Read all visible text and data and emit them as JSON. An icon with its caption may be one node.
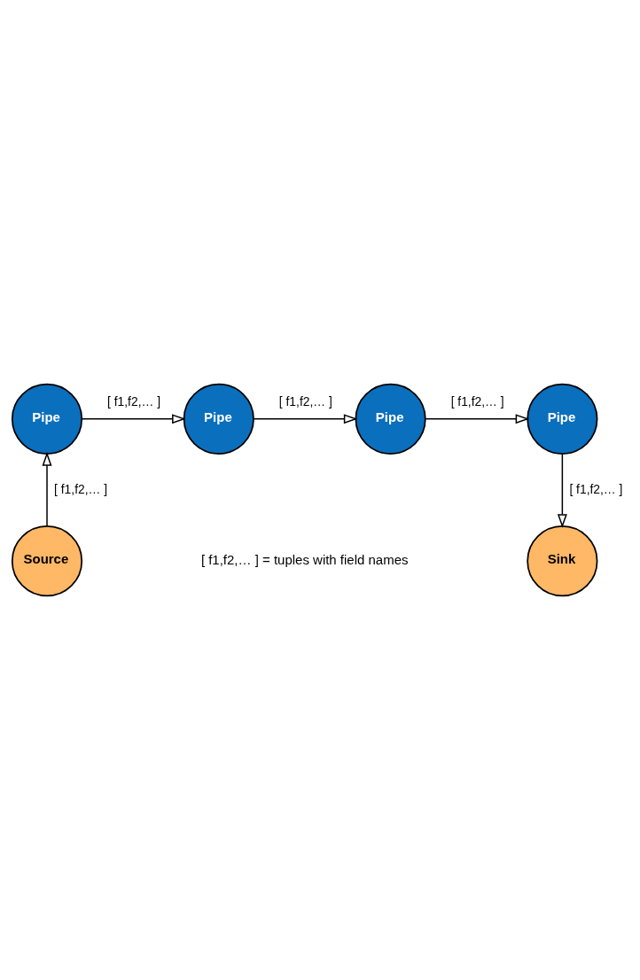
{
  "diagram": {
    "nodes": [
      {
        "text": [
          "Pipe"
        ]
      },
      {
        "text": [
          "Pipe"
        ]
      },
      {
        "text": [
          "Pipe"
        ]
      },
      {
        "text": [
          "Pipe"
        ]
      },
      {
        "text": [
          "Source"
        ]
      },
      {
        "text": [
          "Sink"
        ]
      }
    ],
    "edges": [
      {
        "from": 4,
        "to": 0,
        "arrow": "to",
        "label": "[ f1,f2,… ]"
      },
      {
        "from": 0,
        "to": 1,
        "arrow": "to",
        "label": "[ f1,f2,… ]"
      },
      {
        "from": 1,
        "to": 2,
        "arrow": "to",
        "label": "[ f1,f2,… ]"
      },
      {
        "from": 2,
        "to": 3,
        "arrow": "to",
        "label": "[ f1,f2,… ]"
      },
      {
        "from": 3,
        "to": 5,
        "arrow": "to",
        "label": "[ f1,f2,… ]"
      }
    ],
    "labels": [
      "[ f1,f2,… ] = tuples with field names"
    ]
  }
}
